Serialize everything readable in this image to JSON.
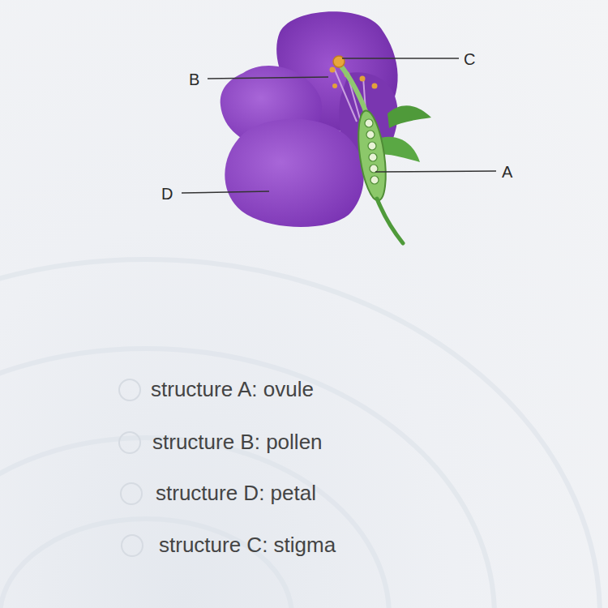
{
  "diagram": {
    "labels": [
      "C",
      "B",
      "A",
      "D",
      "structure A: ovule",
      "structure B: pollen",
      "structure D: petal",
      "structure C: stigma"
    ]
  }
}
